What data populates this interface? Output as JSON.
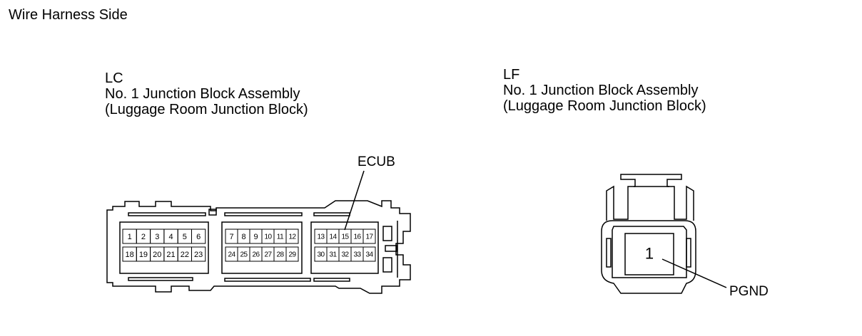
{
  "title": "Wire Harness Side",
  "connector_lc": {
    "code": "LC",
    "name": "No. 1 Junction Block Assembly",
    "sub": "(Luggage Room Junction Block)",
    "pointer_label": "ECUB",
    "pins_top_a": [
      "1",
      "2",
      "3",
      "4",
      "5",
      "6"
    ],
    "pins_bottom_a": [
      "18",
      "19",
      "20",
      "21",
      "22",
      "23"
    ],
    "pins_top_b": [
      "7",
      "8",
      "9",
      "10",
      "11",
      "12"
    ],
    "pins_bottom_b": [
      "24",
      "25",
      "26",
      "27",
      "28",
      "29"
    ],
    "pins_top_c": [
      "13",
      "14",
      "15",
      "16",
      "17"
    ],
    "pins_bottom_c": [
      "30",
      "31",
      "32",
      "33",
      "34"
    ]
  },
  "connector_lf": {
    "code": "LF",
    "name": "No. 1 Junction Block Assembly",
    "sub": "(Luggage Room Junction Block)",
    "pin": "1",
    "pointer_label": "PGND"
  }
}
